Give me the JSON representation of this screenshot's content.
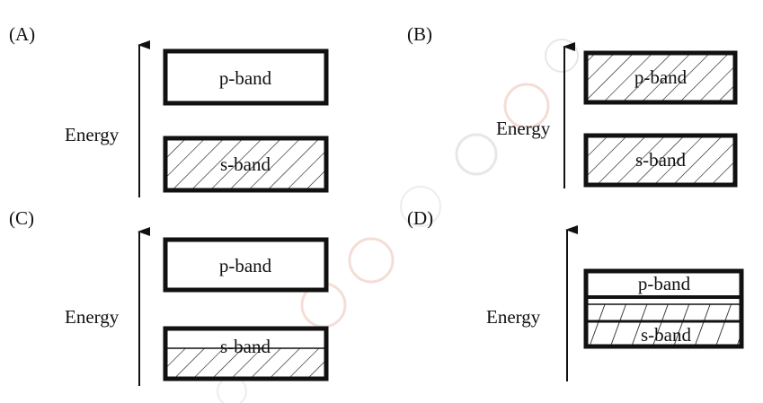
{
  "panels": [
    {
      "id": "A",
      "label": "(A)",
      "energy_label": "Energy",
      "upper_band": "p-band",
      "lower_band": "s-band"
    },
    {
      "id": "B",
      "label": "(B)",
      "energy_label": "Energy",
      "upper_band": "p-band",
      "lower_band": "s-band"
    },
    {
      "id": "C",
      "label": "(C)",
      "energy_label": "Energy",
      "upper_band": "p-band",
      "lower_band": "s-band"
    },
    {
      "id": "D",
      "label": "(D)",
      "energy_label": "Energy",
      "upper_band": "p-band",
      "lower_band": "s-band"
    }
  ],
  "colors": {
    "stroke": "#111111",
    "watermark": "#e8b3a6"
  }
}
